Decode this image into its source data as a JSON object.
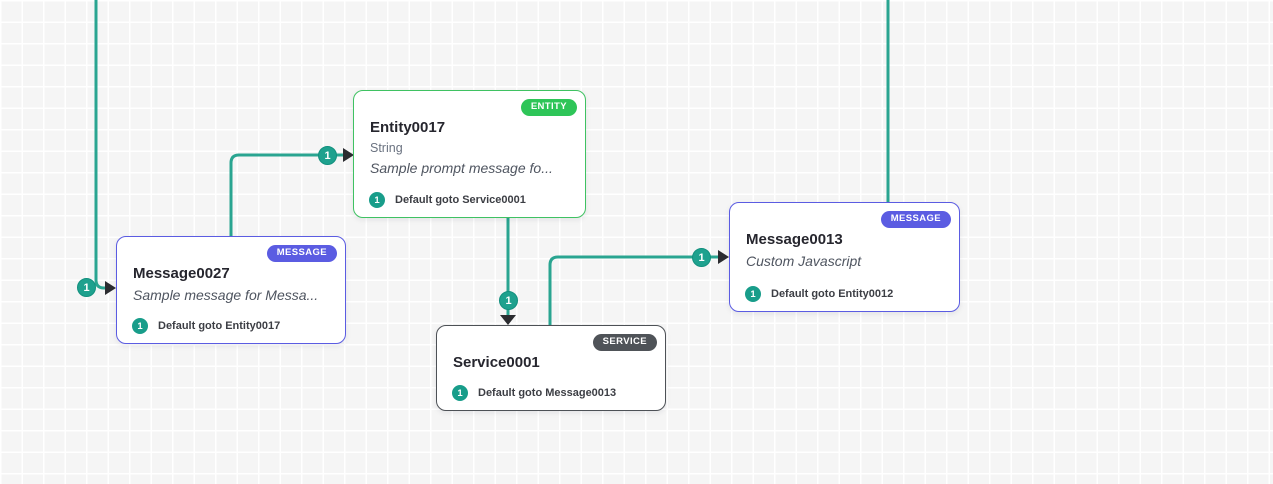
{
  "canvas": {
    "background_color": "#F5F5F5",
    "grid_color": "#FFFFFF",
    "connector_color": "#2AA591",
    "arrow_color": "#2B2C30",
    "port_color": "#189D8A",
    "entity_color": "#2EC558",
    "message_color": "#5B5CE2",
    "service_color": "#4F5358"
  },
  "nodes": {
    "entity0017": {
      "badge": "ENTITY",
      "title": "Entity0017",
      "subtitle": "String",
      "description": "Sample prompt message fo...",
      "transition": {
        "port_label": "1",
        "text": "Default goto Service0001"
      }
    },
    "message0027": {
      "badge": "MESSAGE",
      "title": "Message0027",
      "description": "Sample message for Messa...",
      "transition": {
        "port_label": "1",
        "text": "Default goto Entity0017"
      }
    },
    "message0013": {
      "badge": "MESSAGE",
      "title": "Message0013",
      "description": "Custom Javascript",
      "transition": {
        "port_label": "1",
        "text": "Default goto Entity0012"
      }
    },
    "service0001": {
      "badge": "SERVICE",
      "title": "Service0001",
      "transition": {
        "port_label": "1",
        "text": "Default goto Message0013"
      }
    }
  },
  "edges": {
    "incoming_message0027": {
      "label": "1"
    },
    "message0027_to_entity0017": {
      "label": "1"
    },
    "entity0017_to_service0001": {
      "label": "1"
    },
    "service0001_to_message0013": {
      "label": "1"
    }
  }
}
